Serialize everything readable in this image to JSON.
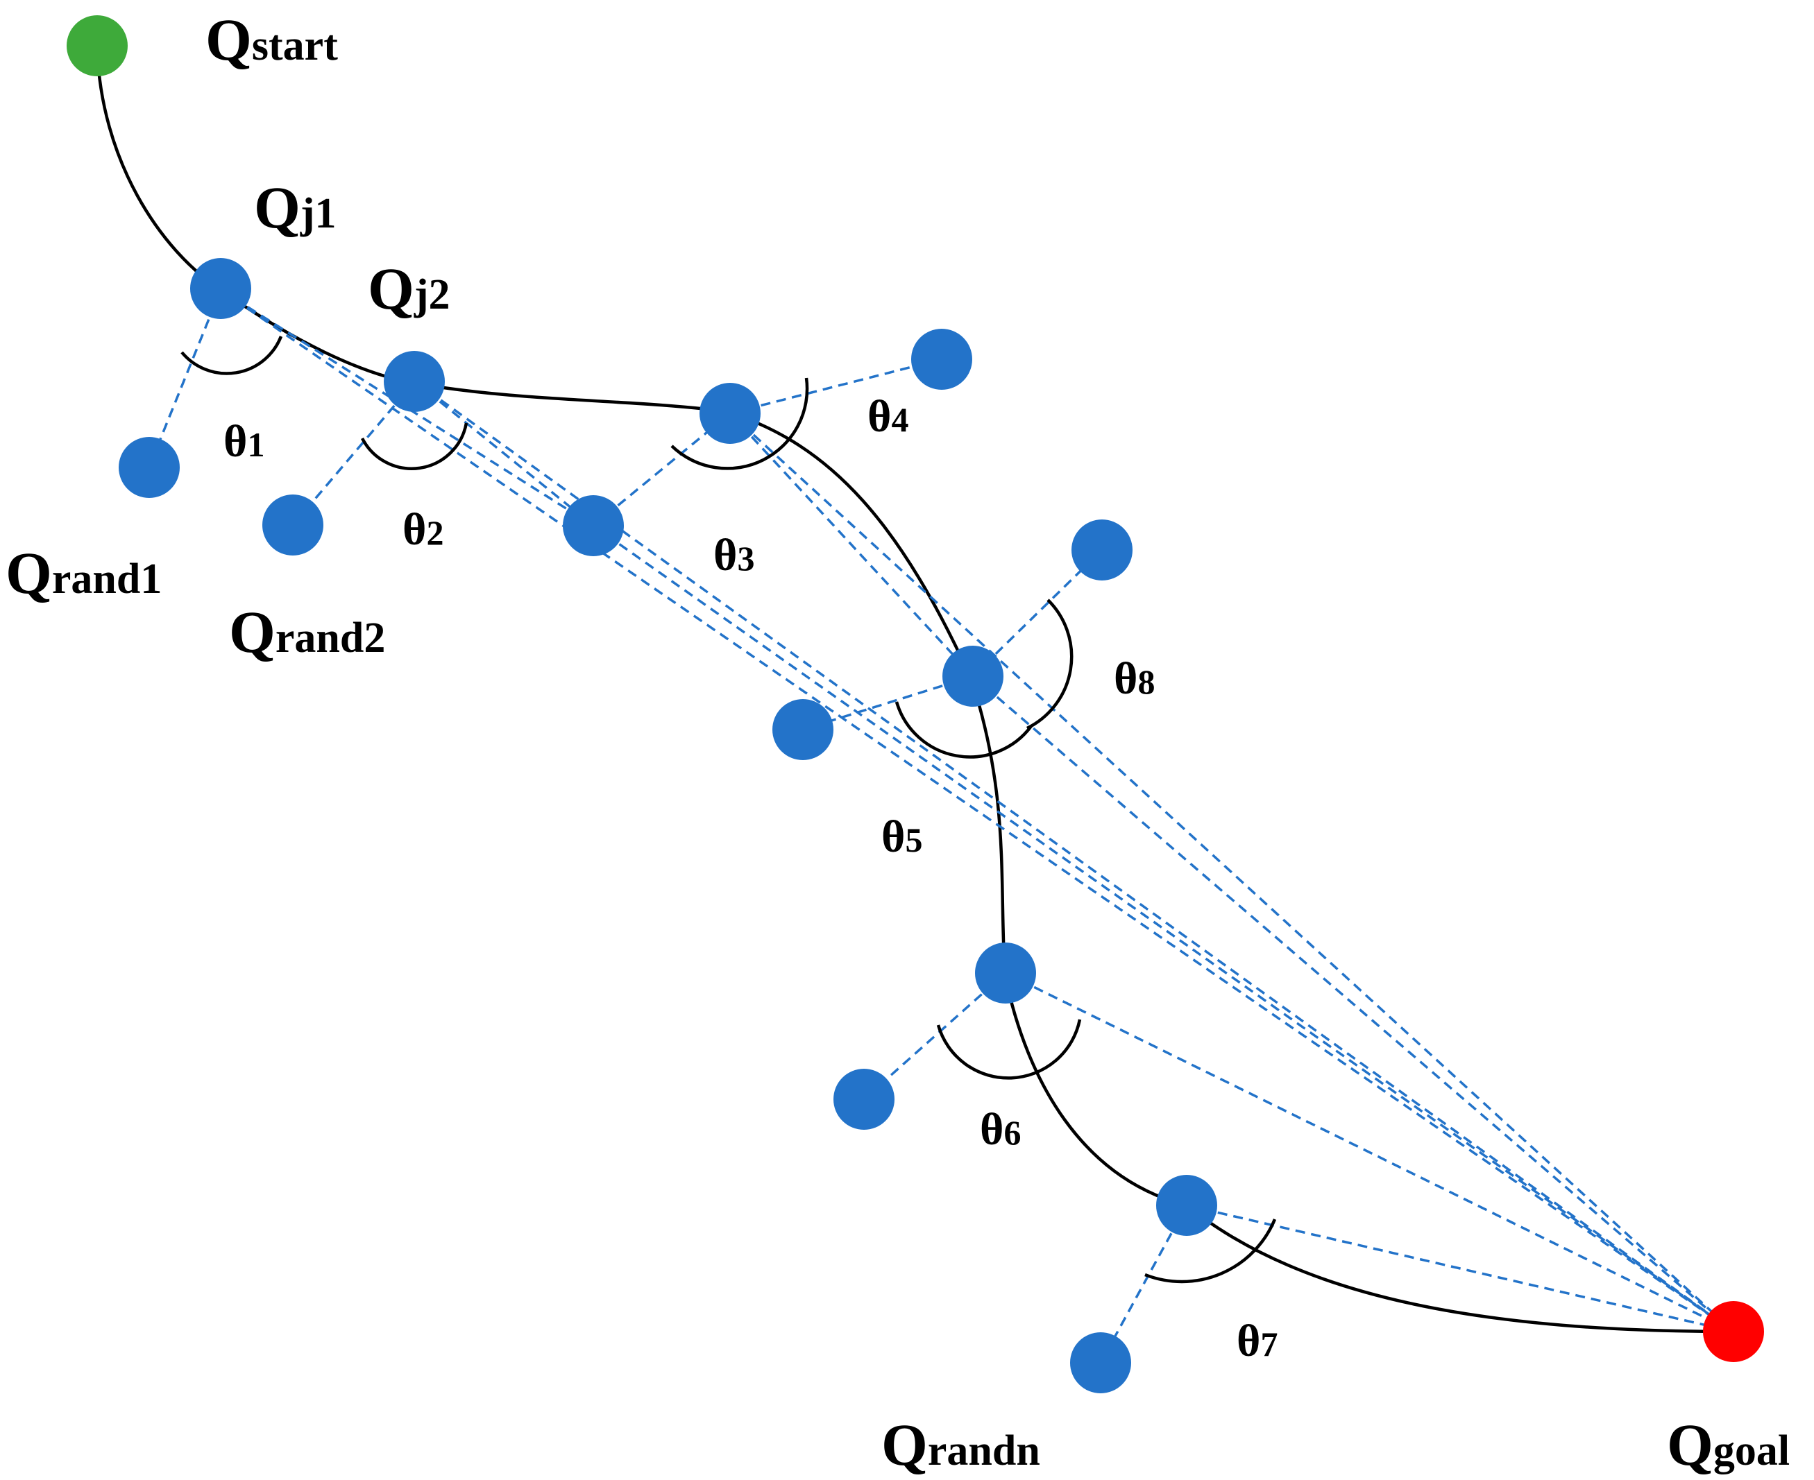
{
  "colors": {
    "start": "#3eaa3a",
    "goal": "#ff0000",
    "node": "#2373c9",
    "path": "#000000",
    "dashed": "#2373c9"
  },
  "labels": {
    "start": {
      "q": "Q",
      "sub": "start"
    },
    "goal": {
      "q": "Q",
      "sub": "goal"
    },
    "j1": {
      "q": "Q",
      "sub": "j1"
    },
    "j2": {
      "q": "Q",
      "sub": "j2"
    },
    "rand1": {
      "q": "Q",
      "sub": "rand1"
    },
    "rand2": {
      "q": "Q",
      "sub": "rand2"
    },
    "randn": {
      "q": "Q",
      "sub": "randn"
    }
  },
  "angles": {
    "t1": {
      "sym": "θ",
      "sub": "1"
    },
    "t2": {
      "sym": "θ",
      "sub": "2"
    },
    "t3": {
      "sym": "θ",
      "sub": "3"
    },
    "t4": {
      "sym": "θ",
      "sub": "4"
    },
    "t5": {
      "sym": "θ",
      "sub": "5"
    },
    "t6": {
      "sym": "θ",
      "sub": "6"
    },
    "t7": {
      "sym": "θ",
      "sub": "7"
    },
    "t8": {
      "sym": "θ",
      "sub": "8"
    }
  }
}
